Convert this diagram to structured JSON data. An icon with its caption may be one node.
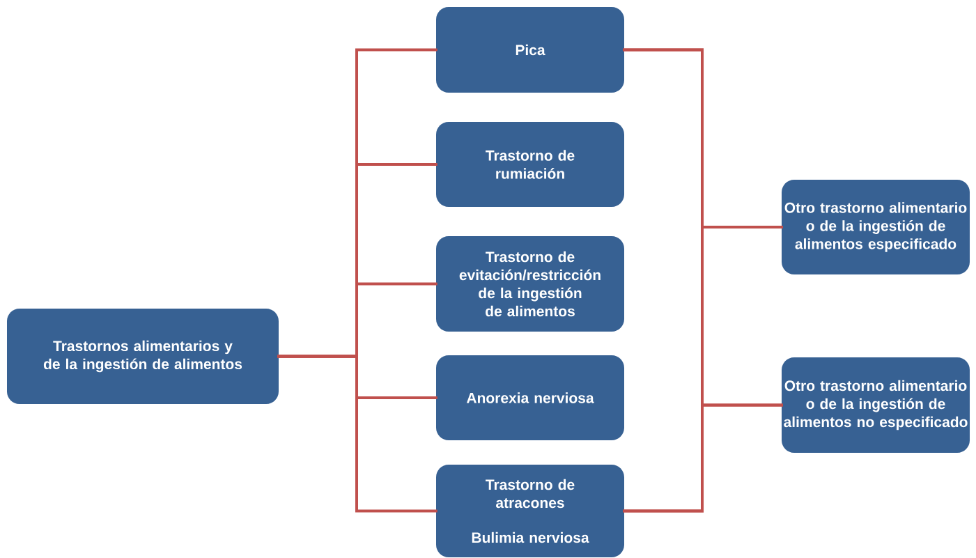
{
  "diagram": {
    "nodes": [
      {
        "text": [
          "Trastornos alimentarios y de la ingestión de alimentos"
        ]
      },
      {
        "text": [
          "Pica"
        ]
      },
      {
        "text": [
          "Trastorno de rumiación"
        ]
      },
      {
        "text": [
          "Trastorno de evitación/restricción de la ingestión de alimentos"
        ]
      },
      {
        "text": [
          "Anorexia nerviosa"
        ]
      },
      {
        "text": [
          "Trastorno de atracones",
          "Bulimia nerviosa"
        ]
      },
      {
        "text": [
          "Otro trastorno alimentario o de la ingestión de alimentos especificado"
        ]
      },
      {
        "text": [
          "Otro trastorno alimentario o de la ingestión de alimentos no especificado"
        ]
      }
    ],
    "edges": [
      {
        "from": 0,
        "to": 1,
        "arrow": "none"
      },
      {
        "from": 0,
        "to": 2,
        "arrow": "none"
      },
      {
        "from": 0,
        "to": 3,
        "arrow": "none"
      },
      {
        "from": 0,
        "to": 4,
        "arrow": "none"
      },
      {
        "from": 0,
        "to": 5,
        "arrow": "none"
      },
      {
        "from": 1,
        "to": 6,
        "arrow": "none"
      },
      {
        "from": 1,
        "to": 7,
        "arrow": "none"
      },
      {
        "from": 5,
        "to": 6,
        "arrow": "none"
      },
      {
        "from": 5,
        "to": 7,
        "arrow": "none"
      }
    ]
  }
}
